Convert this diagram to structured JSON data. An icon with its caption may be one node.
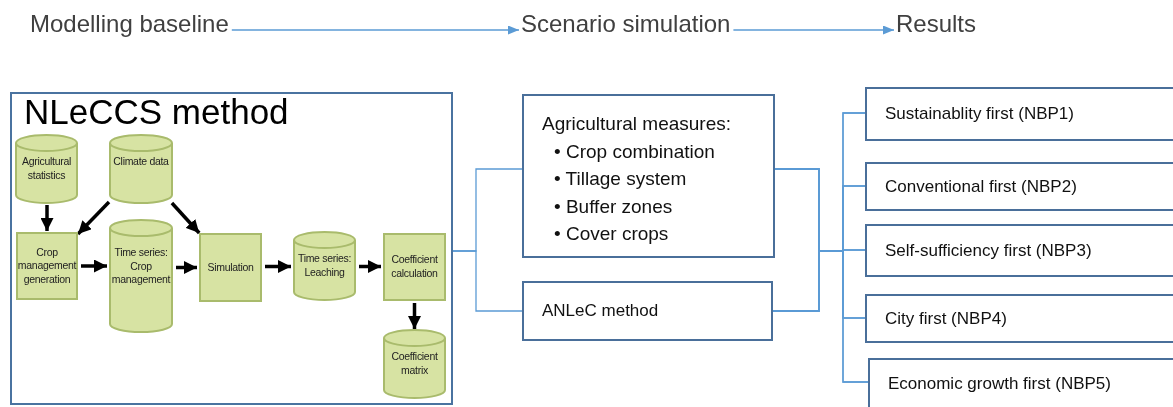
{
  "diagram": {
    "nodes": [
      {
        "text": [
          "Modelling baseline"
        ]
      },
      {
        "text": [
          "Scenario simulation"
        ]
      },
      {
        "text": [
          "Results"
        ]
      },
      {
        "text": [
          "NLeCCS method"
        ]
      },
      {
        "text": [
          "Agricultural statistics"
        ],
        "in": 3
      },
      {
        "text": [
          "Climate data"
        ],
        "in": 3
      },
      {
        "text": [
          "Crop management generation"
        ],
        "in": 3
      },
      {
        "text": [
          "Time series: Crop management"
        ],
        "in": 3
      },
      {
        "text": [
          "Simulation"
        ],
        "in": 3
      },
      {
        "text": [
          "Time series: Leaching"
        ],
        "in": 3
      },
      {
        "text": [
          "Coefficient calculation"
        ],
        "in": 3
      },
      {
        "text": [
          "Coefficient matrix"
        ],
        "in": 3
      },
      {
        "text": [
          "Agricultural measures:",
          "• Crop combination",
          "• Tillage system",
          "• Buffer zones",
          "• Cover crops"
        ]
      },
      {
        "text": [
          "ANLeC method"
        ]
      },
      {
        "text": [
          "Sustainablity first (NBP1)"
        ]
      },
      {
        "text": [
          "Conventional first (NBP2)"
        ]
      },
      {
        "text": [
          "Self-sufficiency first (NBP3)"
        ]
      },
      {
        "text": [
          "City first (NBP4)"
        ]
      },
      {
        "text": [
          "Economic growth first (NBP5)"
        ]
      }
    ],
    "edges": [
      {
        "from": 0,
        "to": 1,
        "arrow": "to"
      },
      {
        "from": 1,
        "to": 2,
        "arrow": "to"
      },
      {
        "from": 4,
        "to": 6,
        "arrow": "to",
        "style": "thick",
        "color": "#000000"
      },
      {
        "from": 5,
        "to": 6,
        "arrow": "to",
        "style": "thick",
        "color": "#000000"
      },
      {
        "from": 5,
        "to": 8,
        "arrow": "to",
        "style": "thick",
        "color": "#000000"
      },
      {
        "from": 6,
        "to": 7,
        "arrow": "to",
        "style": "thick",
        "color": "#000000"
      },
      {
        "from": 7,
        "to": 8,
        "arrow": "to",
        "style": "thick",
        "color": "#000000"
      },
      {
        "from": 8,
        "to": 9,
        "arrow": "to",
        "style": "thick",
        "color": "#000000"
      },
      {
        "from": 9,
        "to": 10,
        "arrow": "to",
        "style": "thick",
        "color": "#000000"
      },
      {
        "from": 10,
        "to": 11,
        "arrow": "to",
        "style": "thick",
        "color": "#000000"
      },
      {
        "from": 3,
        "to": 12,
        "arrow": "none"
      },
      {
        "from": 3,
        "to": 13,
        "arrow": "none"
      },
      {
        "from": 12,
        "to": 14,
        "arrow": "none"
      },
      {
        "from": 12,
        "to": 15,
        "arrow": "none"
      },
      {
        "from": 12,
        "to": 16,
        "arrow": "none"
      },
      {
        "from": 12,
        "to": 17,
        "arrow": "none"
      },
      {
        "from": 12,
        "to": 18,
        "arrow": "none"
      },
      {
        "from": 13,
        "to": 14,
        "arrow": "none"
      },
      {
        "from": 13,
        "to": 15,
        "arrow": "none"
      },
      {
        "from": 13,
        "to": 16,
        "arrow": "none"
      },
      {
        "from": 13,
        "to": 17,
        "arrow": "none"
      },
      {
        "from": 13,
        "to": 18,
        "arrow": "none"
      }
    ]
  }
}
